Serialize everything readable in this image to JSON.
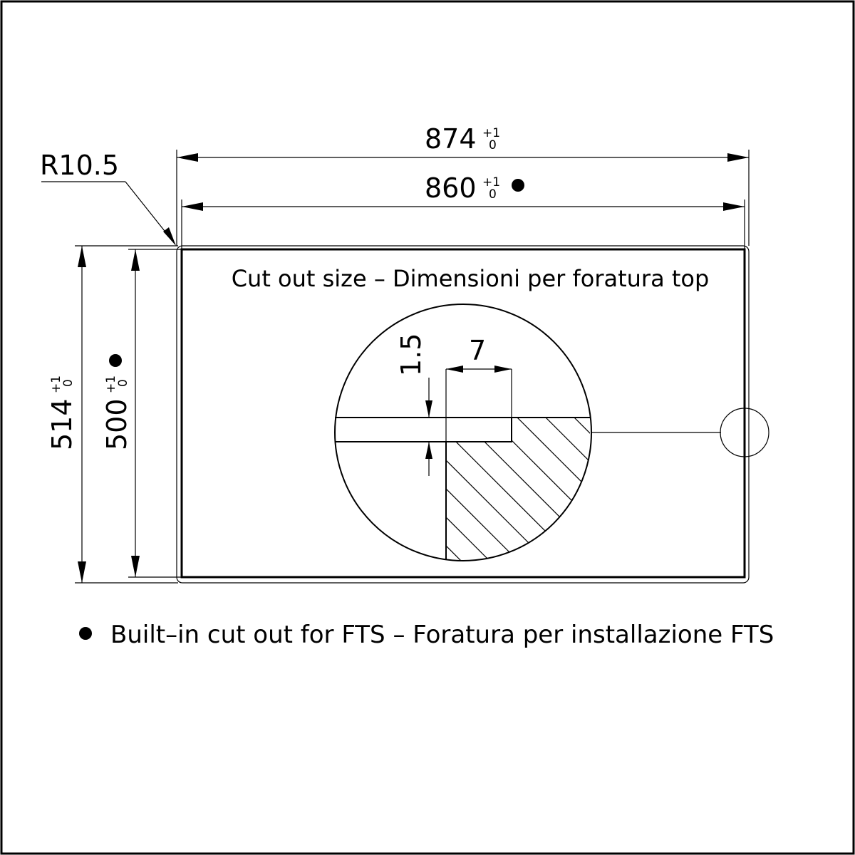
{
  "drawing": {
    "title": "Cut out size – Dimensioni per foratura top",
    "legend": "Built–in cut out for FTS – Foratura per installazione FTS",
    "dimensions": {
      "width_outer": {
        "value": "874",
        "tol_upper": "+1",
        "tol_lower": "0"
      },
      "width_inner": {
        "value": "860",
        "tol_upper": "+1",
        "tol_lower": "0"
      },
      "height_outer": {
        "value": "514",
        "tol_upper": "+1",
        "tol_lower": "0"
      },
      "height_inner": {
        "value": "500",
        "tol_upper": "+1",
        "tol_lower": "0"
      },
      "radius": "R10.5",
      "detail_thickness": "1.5",
      "detail_width": "7"
    },
    "marker": "FTS"
  }
}
